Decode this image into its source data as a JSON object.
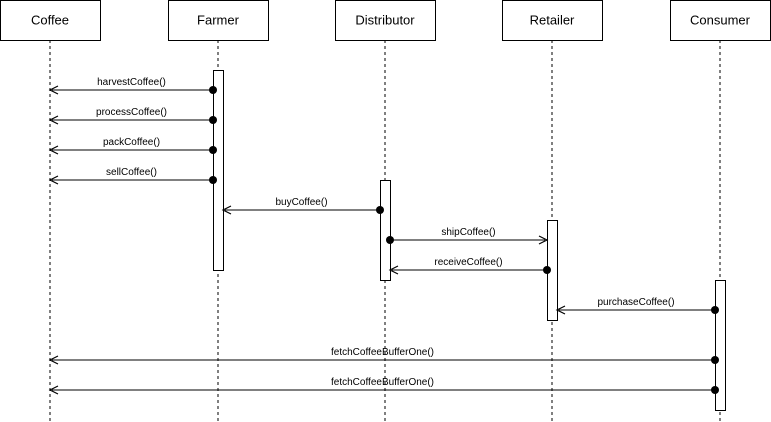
{
  "diagram": {
    "type": "sequence",
    "participants": [
      {
        "id": "coffee",
        "label": "Coffee"
      },
      {
        "id": "farmer",
        "label": "Farmer"
      },
      {
        "id": "distributor",
        "label": "Distributor"
      },
      {
        "id": "retailer",
        "label": "Retailer"
      },
      {
        "id": "consumer",
        "label": "Consumer"
      }
    ],
    "activations": [
      {
        "participant": "farmer"
      },
      {
        "participant": "distributor"
      },
      {
        "participant": "retailer"
      },
      {
        "participant": "consumer"
      }
    ],
    "messages": [
      {
        "from": "farmer",
        "to": "coffee",
        "label": "harvestCoffee()"
      },
      {
        "from": "farmer",
        "to": "coffee",
        "label": "processCoffee()"
      },
      {
        "from": "farmer",
        "to": "coffee",
        "label": "packCoffee()"
      },
      {
        "from": "farmer",
        "to": "coffee",
        "label": "sellCoffee()"
      },
      {
        "from": "distributor",
        "to": "farmer",
        "label": "buyCoffee()"
      },
      {
        "from": "distributor",
        "to": "retailer",
        "label": "shipCoffee()"
      },
      {
        "from": "retailer",
        "to": "distributor",
        "label": "receiveCoffee()"
      },
      {
        "from": "consumer",
        "to": "retailer",
        "label": "purchaseCoffee()"
      },
      {
        "from": "consumer",
        "to": "coffee",
        "label": "fetchCoffeeBufferOne()"
      },
      {
        "from": "consumer",
        "to": "coffee",
        "label": "fetchCoffeeBufferOne()"
      }
    ],
    "colors": {
      "stroke": "#000000",
      "background": "#ffffff"
    }
  }
}
